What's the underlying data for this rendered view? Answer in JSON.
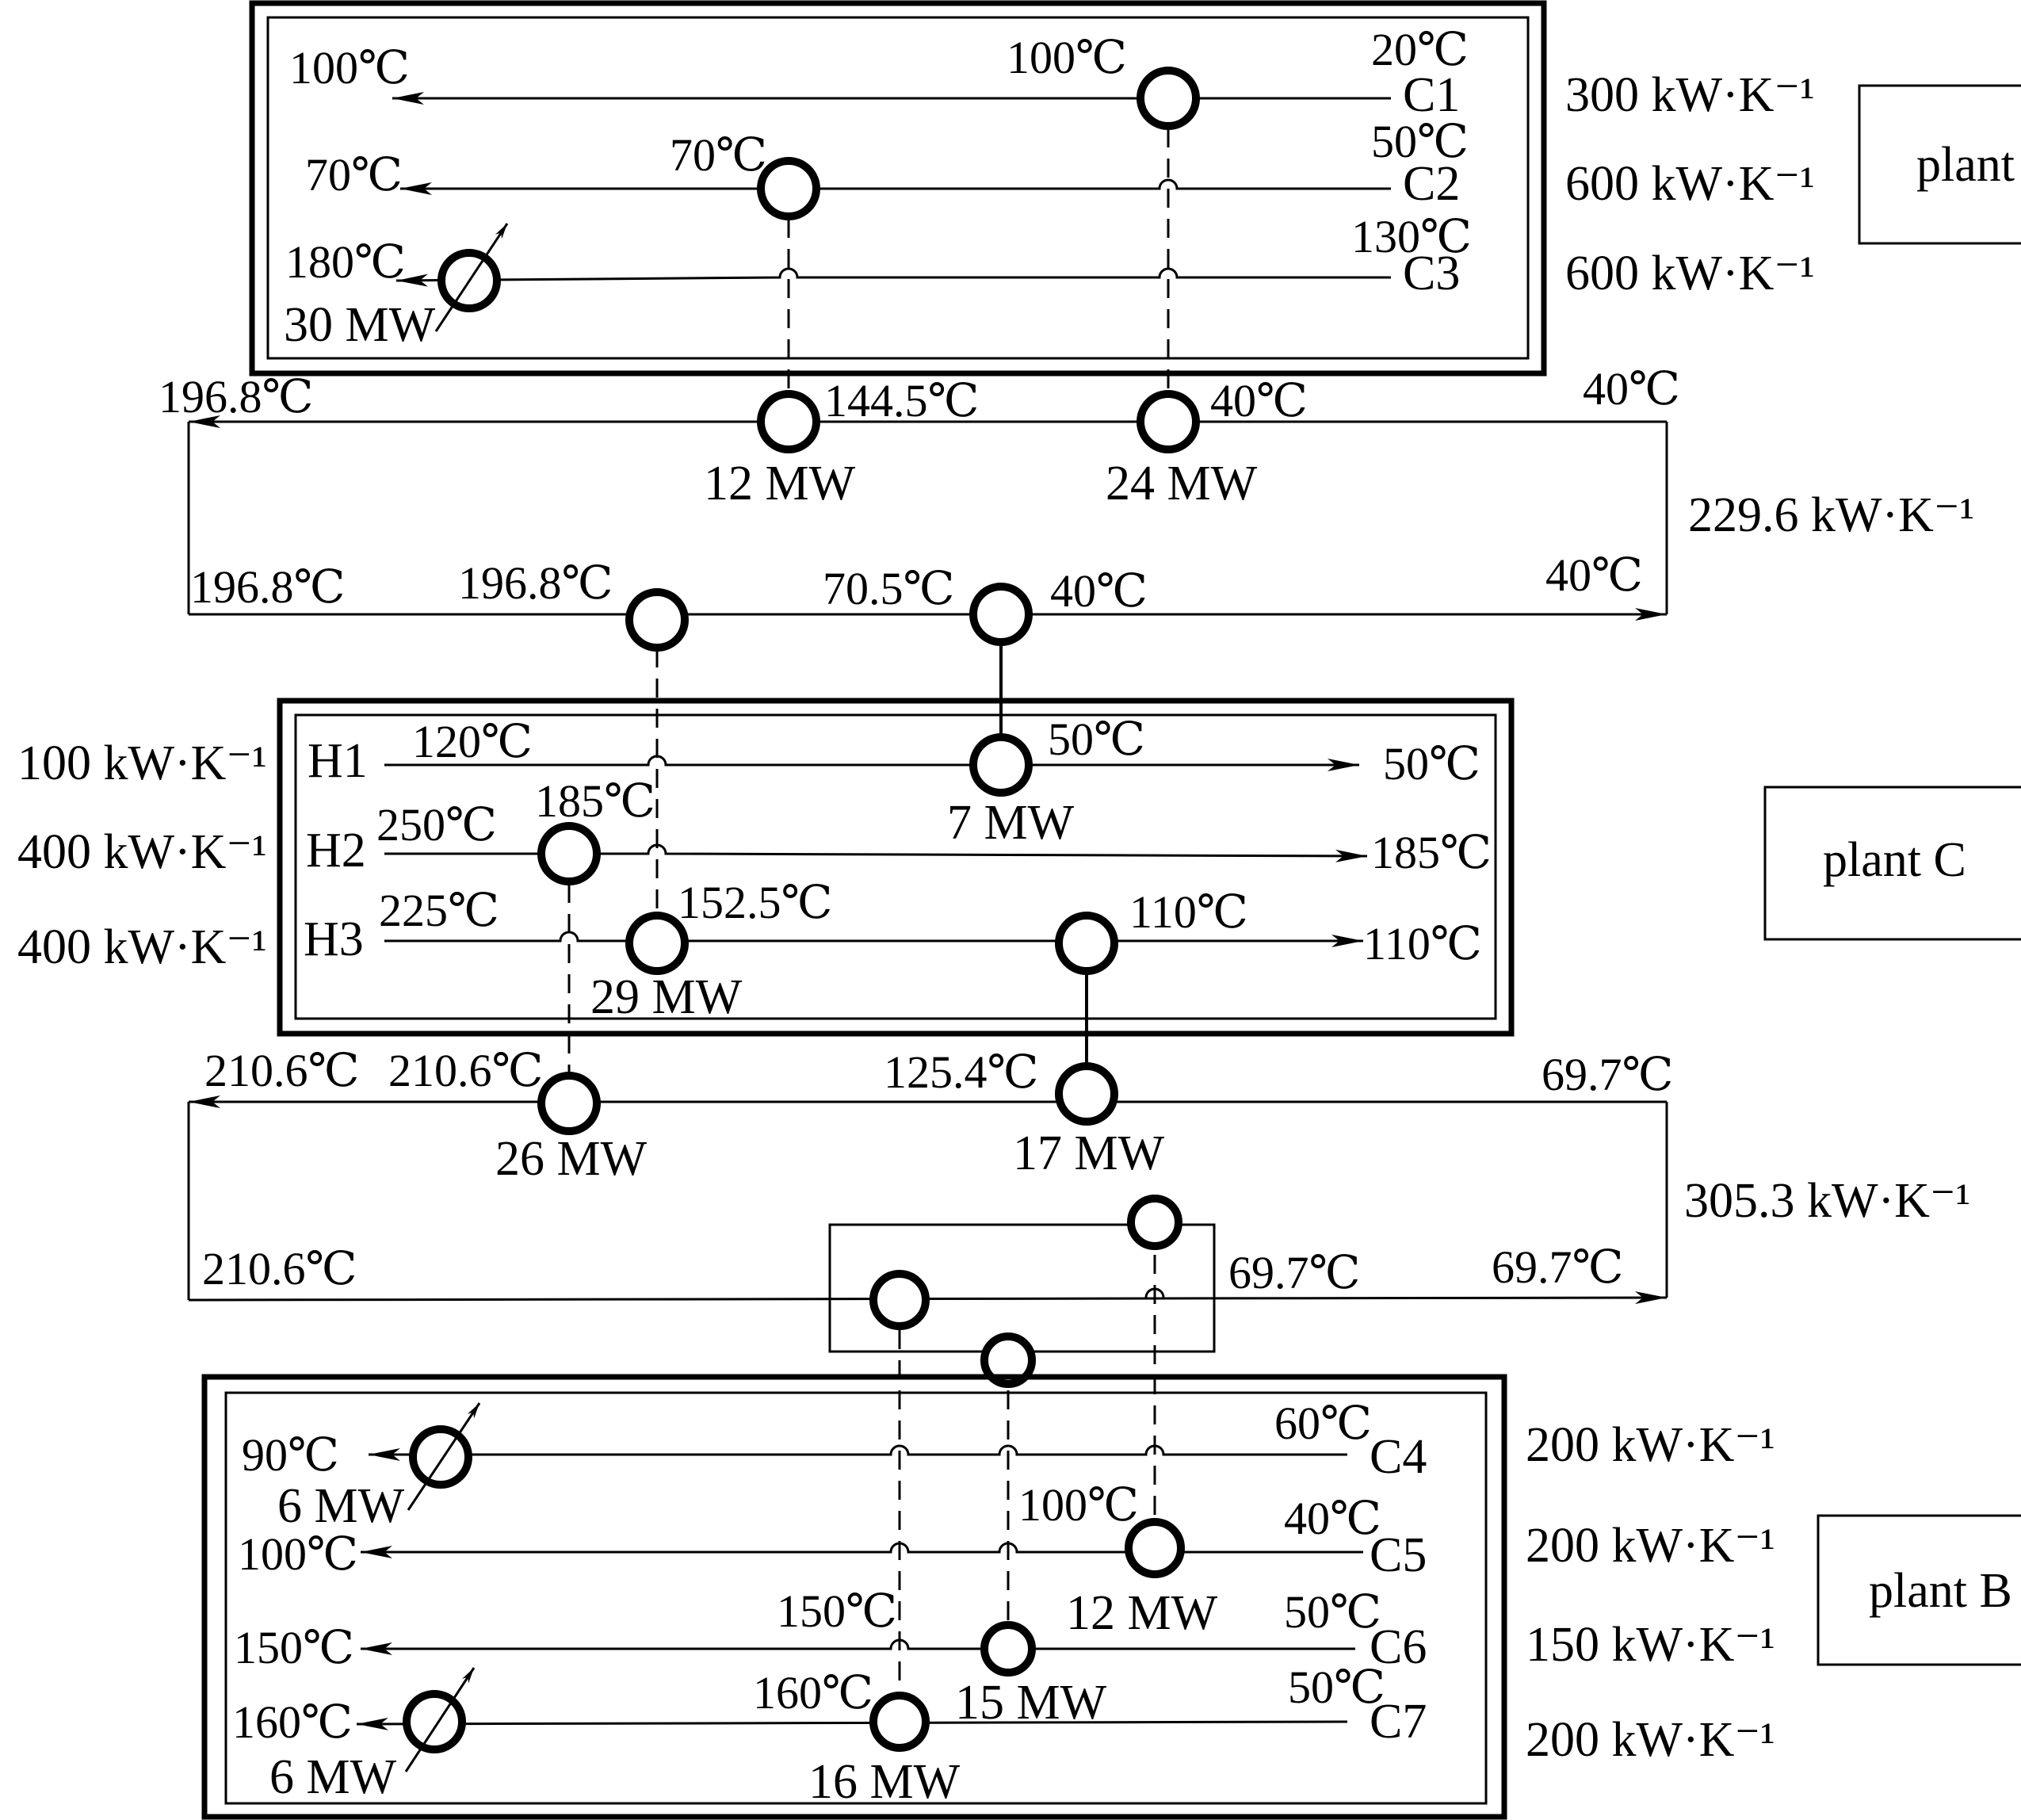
{
  "plant_a": {
    "label": "plant",
    "c1": {
      "name": "C1",
      "target": "100℃",
      "supply": "20℃",
      "cp": "300 kW·K⁻¹",
      "hx_label": "100℃"
    },
    "c2": {
      "name": "C2",
      "target": "70℃",
      "supply": "50℃",
      "cp": "600 kW·K⁻¹",
      "hx_label": "70℃"
    },
    "c3": {
      "name": "C3",
      "target": "180℃",
      "supply": "130℃",
      "cp": "600 kW·K⁻¹",
      "heater_duty": "30 MW"
    }
  },
  "loop_1": {
    "upper_left_temp": "196.8℃",
    "upper_right_temp": "40℃",
    "hx12_temp": "144.5℃",
    "hx12_duty": "12 MW",
    "hx24_temp": "40℃",
    "hx24_duty": "24 MW",
    "cp": "229.6 kW·K⁻¹",
    "lower_left_temp": "196.8℃",
    "lower_hxa_temp": "196.8℃",
    "lower_mid_temp": "70.5℃",
    "lower_hxb_temp": "40℃",
    "lower_right_temp": "40℃"
  },
  "plant_c": {
    "label": "plant C",
    "h1": {
      "name": "H1",
      "supply": "120℃",
      "target": "50℃",
      "cp": "100 kW·K⁻¹",
      "hx_temp": "50℃",
      "hx_duty": "7 MW"
    },
    "h2": {
      "name": "H2",
      "supply": "250℃",
      "target": "185℃",
      "cp": "400 kW·K⁻¹",
      "hx_temp": "185℃"
    },
    "h3": {
      "name": "H3",
      "supply": "225℃",
      "target": "110℃",
      "cp": "400 kW·K⁻¹",
      "hx1_temp": "152.5℃",
      "hx1_duty": "29 MW",
      "hx2_temp": "110℃"
    }
  },
  "loop_2": {
    "upper_left_temp": "210.6℃",
    "hx26_temp": "210.6℃",
    "hx26_duty": "26 MW",
    "hx17_temp": "125.4℃",
    "hx17_duty": "17 MW",
    "upper_right_temp": "69.7℃",
    "cp": "305.3 kW·K⁻¹",
    "lower_left_temp": "210.6℃",
    "lower_mid_temp": "69.7℃",
    "lower_right_temp": "69.7℃"
  },
  "plant_b": {
    "label": "plant B",
    "c4": {
      "name": "C4",
      "target": "90℃",
      "supply": "60℃",
      "cp": "200 kW·K⁻¹",
      "heater_duty": "6 MW"
    },
    "c5": {
      "name": "C5",
      "target": "100℃",
      "supply": "40℃",
      "cp": "200 kW·K⁻¹",
      "hx_temp": "100℃",
      "hx_duty": "12 MW"
    },
    "c6": {
      "name": "C6",
      "target": "150℃",
      "supply": "50℃",
      "cp": "150 kW·K⁻¹",
      "hx_temp": "150℃",
      "hx_duty": "15 MW"
    },
    "c7": {
      "name": "C7",
      "target": "160℃",
      "supply": "50℃",
      "cp": "200 kW·K⁻¹",
      "hx_temp": "160℃",
      "hx_duty": "16 MW",
      "heater_duty": "6 MW"
    }
  }
}
